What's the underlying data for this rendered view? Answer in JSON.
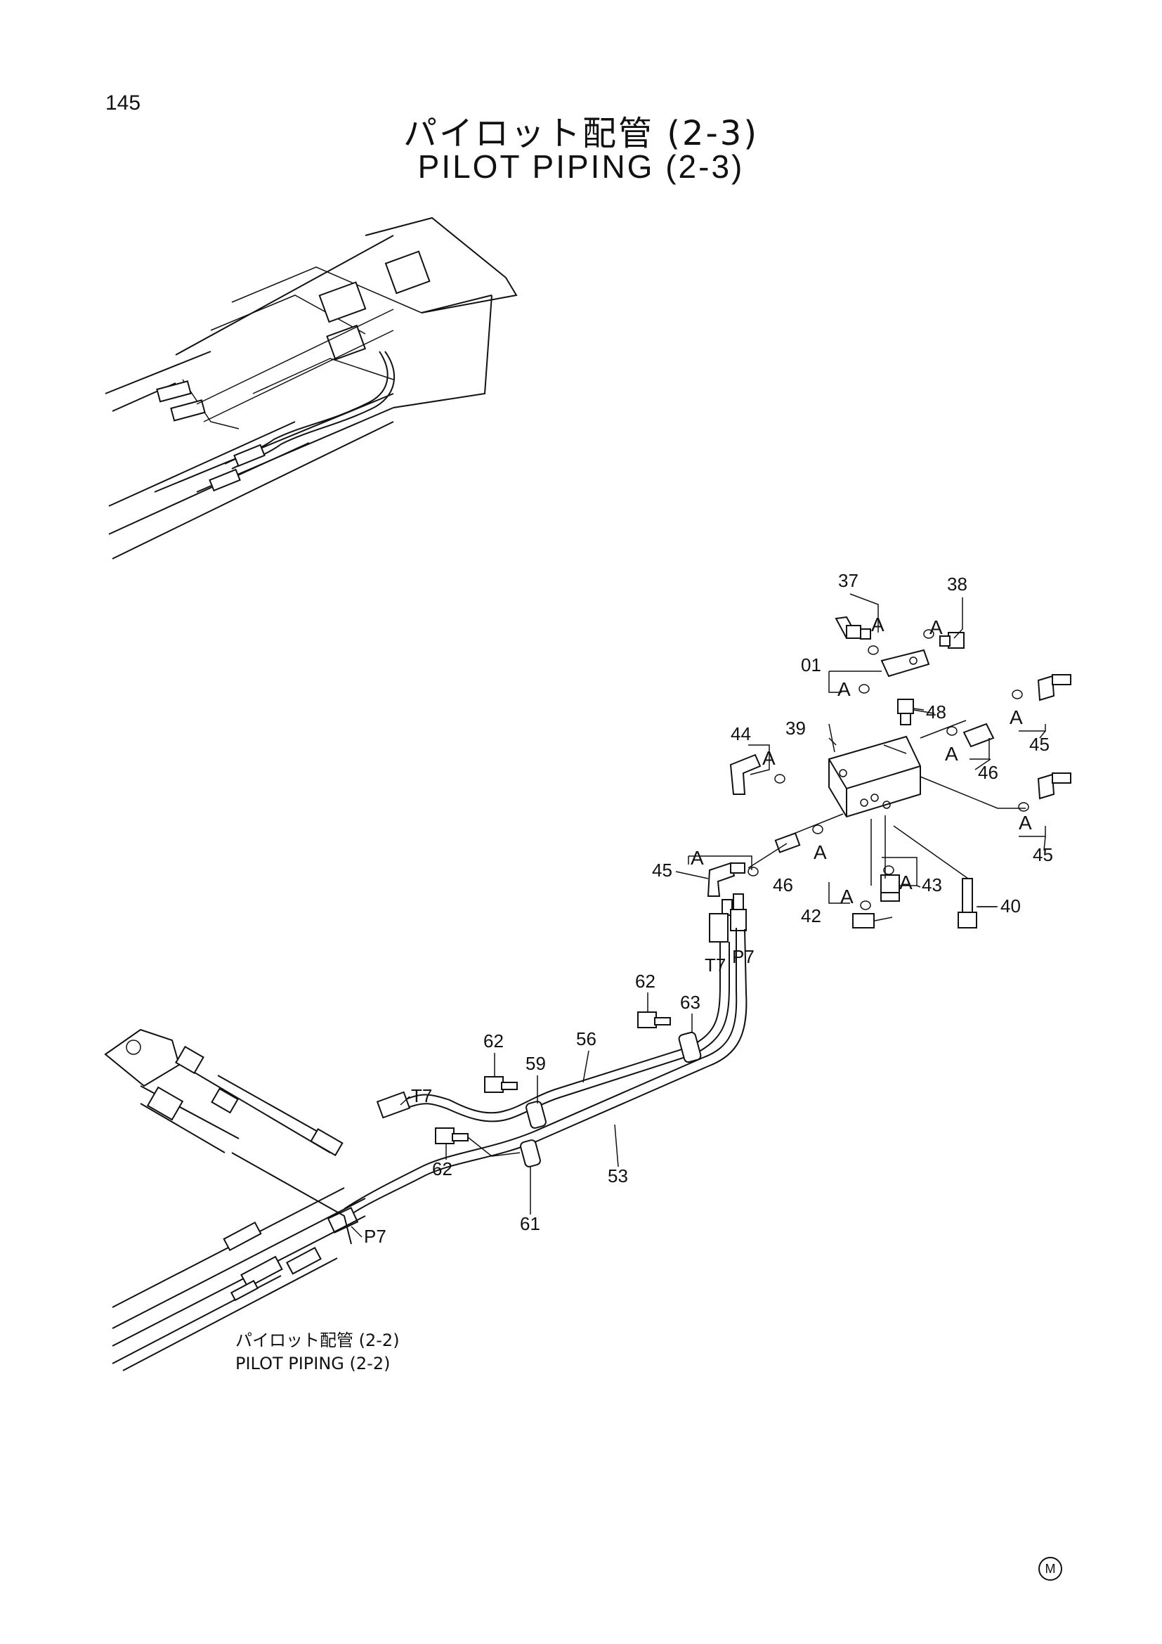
{
  "page_number": "145",
  "title_ja": "パイロット配管 (2-3)",
  "title_en": "PILOT PIPING (2-3)",
  "ref_ja": "パイロット配管 (2-2)",
  "ref_en": "PILOT PIPING (2-2)",
  "callouts": {
    "p37": "37",
    "p38": "38",
    "p01": "01",
    "p48": "48",
    "p39": "39",
    "p44": "44",
    "p45a": "45",
    "p45b": "45",
    "p45c": "45",
    "p46a": "46",
    "p46b": "46",
    "p43": "43",
    "p42": "42",
    "p40": "40",
    "p62a": "62",
    "p62b": "62",
    "p62c": "62",
    "p63": "63",
    "p56": "56",
    "p59": "59",
    "p53": "53",
    "p61": "61"
  },
  "port_labels": {
    "t7a": "T7",
    "p7a": "P7",
    "t7b": "T7",
    "p7b": "P7"
  },
  "seal_marker": "A",
  "corner_mark": "M"
}
